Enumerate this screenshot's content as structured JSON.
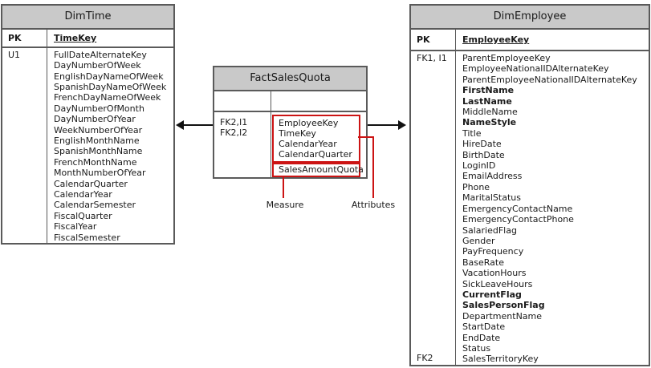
{
  "diagram": {
    "tables": {
      "dim_time": {
        "title": "DimTime",
        "pk_label": "PK",
        "pk_column": "TimeKey",
        "key_labels": [
          "U1"
        ],
        "columns": [
          "FullDateAlternateKey",
          "DayNumberOfWeek",
          "EnglishDayNameOfWeek",
          "SpanishDayNameOfWeek",
          "FrenchDayNameOfWeek",
          "DayNumberOfMonth",
          "DayNumberOfYear",
          "WeekNumberOfYear",
          "EnglishMonthName",
          "SpanishMonthName",
          "FrenchMonthName",
          "MonthNumberOfYear",
          "CalendarQuarter",
          "CalendarYear",
          "CalendarSemester",
          "FiscalQuarter",
          "FiscalYear",
          "FiscalSemester"
        ]
      },
      "fact_sales_quota": {
        "title": "FactSalesQuota",
        "key_labels": [
          "FK2,I1",
          "FK2,I2"
        ],
        "attribute_columns": [
          "EmployeeKey",
          "TimeKey",
          "CalendarYear",
          "CalendarQuarter"
        ],
        "measure_columns": [
          "SalesAmountQuota"
        ]
      },
      "dim_employee": {
        "title": "DimEmployee",
        "pk_label": "PK",
        "pk_column": "EmployeeKey",
        "key_label_top": "FK1, I1",
        "key_label_bottom": "FK2",
        "columns": [
          {
            "name": "ParentEmployeeKey",
            "bold": false
          },
          {
            "name": "EmployeeNationalIDAlternateKey",
            "bold": false
          },
          {
            "name": "ParentEmployeeNationalIDAlternateKey",
            "bold": false
          },
          {
            "name": "FirstName",
            "bold": true
          },
          {
            "name": "LastName",
            "bold": true
          },
          {
            "name": "MiddleName",
            "bold": false
          },
          {
            "name": "NameStyle",
            "bold": true
          },
          {
            "name": "Title",
            "bold": false
          },
          {
            "name": "HireDate",
            "bold": false
          },
          {
            "name": "BirthDate",
            "bold": false
          },
          {
            "name": "LoginID",
            "bold": false
          },
          {
            "name": "EmailAddress",
            "bold": false
          },
          {
            "name": "Phone",
            "bold": false
          },
          {
            "name": "MaritalStatus",
            "bold": false
          },
          {
            "name": "EmergencyContactName",
            "bold": false
          },
          {
            "name": "EmergencyContactPhone",
            "bold": false
          },
          {
            "name": "SalariedFlag",
            "bold": false
          },
          {
            "name": "Gender",
            "bold": false
          },
          {
            "name": "PayFrequency",
            "bold": false
          },
          {
            "name": "BaseRate",
            "bold": false
          },
          {
            "name": "VacationHours",
            "bold": false
          },
          {
            "name": "SickLeaveHours",
            "bold": false
          },
          {
            "name": "CurrentFlag",
            "bold": true
          },
          {
            "name": "SalesPersonFlag",
            "bold": true
          },
          {
            "name": "DepartmentName",
            "bold": false
          },
          {
            "name": "StartDate",
            "bold": false
          },
          {
            "name": "EndDate",
            "bold": false
          },
          {
            "name": "Status",
            "bold": false
          },
          {
            "name": "SalesTerritoryKey",
            "bold": false
          }
        ]
      }
    },
    "annotations": {
      "measure_label": "Measure",
      "attributes_label": "Attributes"
    },
    "colors": {
      "header_fill": "#c9c9c9",
      "table_border": "#5a5a5a",
      "highlight_red": "#cc1414",
      "arrow_black": "#111111",
      "text": "#1a1a1a"
    }
  }
}
